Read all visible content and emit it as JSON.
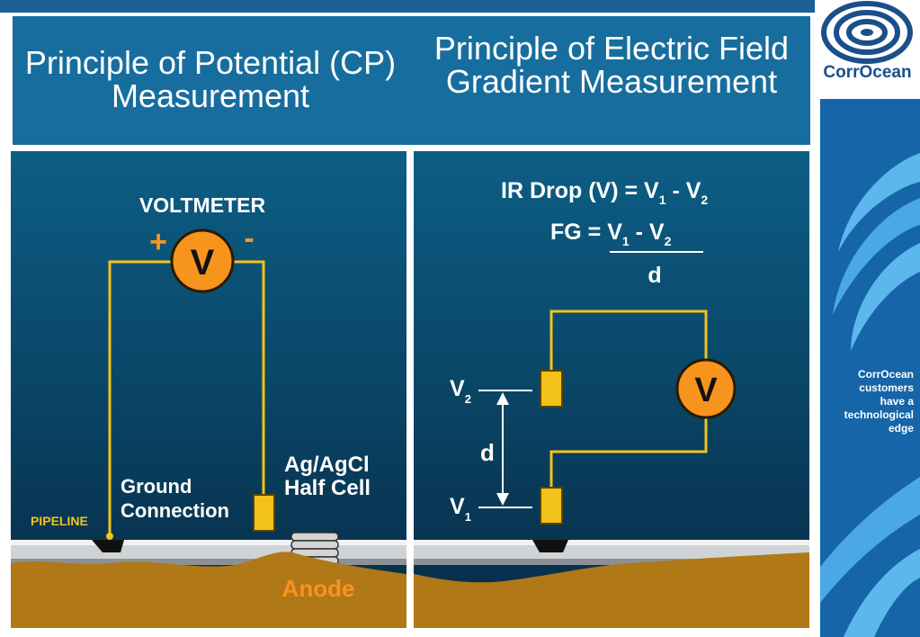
{
  "titles": {
    "left": "Principle of Potential (CP) Measurement",
    "right": "Principle of Electric Field Gradient Measurement"
  },
  "brand": {
    "name": "CorrOcean",
    "tagline_lines": [
      "CorrOcean",
      "customers",
      "have a",
      "technological",
      "edge"
    ]
  },
  "left_diagram": {
    "voltmeter_label": "VOLTMETER",
    "plus": "+",
    "minus": "-",
    "meter_symbol": "V",
    "ground_connection_lines": [
      "Ground",
      "Connection"
    ],
    "half_cell_lines": [
      "Ag/AgCl",
      "Half Cell"
    ],
    "pipeline_label": "PIPELINE",
    "anode_label": "Anode"
  },
  "right_diagram": {
    "ir_drop": {
      "lhs": "IR Drop (V) = V",
      "sub1": "1",
      "mid": " - V",
      "sub2": "2"
    },
    "fg": {
      "lhs": "FG = V",
      "sub1": "1",
      "mid": "  - V",
      "sub2": "2",
      "denominator": "d"
    },
    "meter_symbol": "V",
    "v2": {
      "base": "V",
      "sub": "2"
    },
    "v1": {
      "base": "V",
      "sub": "1"
    },
    "distance_label": "d"
  },
  "colors": {
    "accent_orange": "#f7941d",
    "wire_yellow": "#f2c21b",
    "sea_floor_brown": "#b07816",
    "title_blue": "#176e9e",
    "brand_blue": "#1565a8"
  }
}
